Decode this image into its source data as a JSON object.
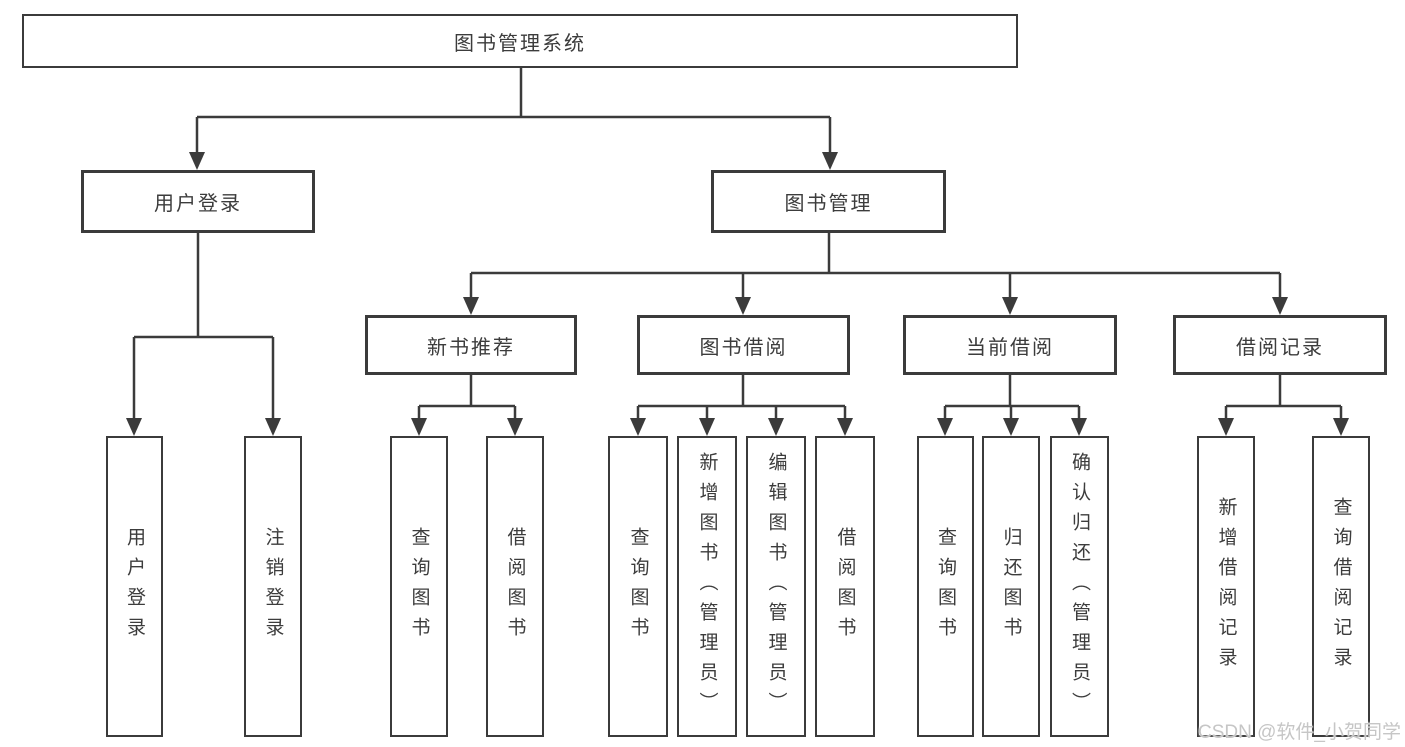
{
  "diagram": {
    "root": {
      "label": "图书管理系统"
    },
    "branches": [
      {
        "label": "用户登录",
        "children": [
          "用户登录",
          "注销登录"
        ]
      },
      {
        "label": "图书管理",
        "sections": [
          {
            "label": "新书推荐",
            "children": [
              "查询图书",
              "借阅图书"
            ]
          },
          {
            "label": "图书借阅",
            "children": [
              "查询图书",
              "新增图书（管理员）",
              "编辑图书（管理员）",
              "借阅图书"
            ]
          },
          {
            "label": "当前借阅",
            "children": [
              "查询图书",
              "归还图书",
              "确认归还（管理员）"
            ]
          },
          {
            "label": "借阅记录",
            "children": [
              "新增借阅记录",
              "查询借阅记录"
            ]
          }
        ]
      }
    ]
  },
  "watermark": {
    "text": "CSDN @软件_小贺同学"
  },
  "colors": {
    "background": "#ffffff",
    "line": "#3b3b3b",
    "box_border": "#3b3b3b",
    "text": "#3c3c3c",
    "watermark": "#c6c6c6"
  }
}
